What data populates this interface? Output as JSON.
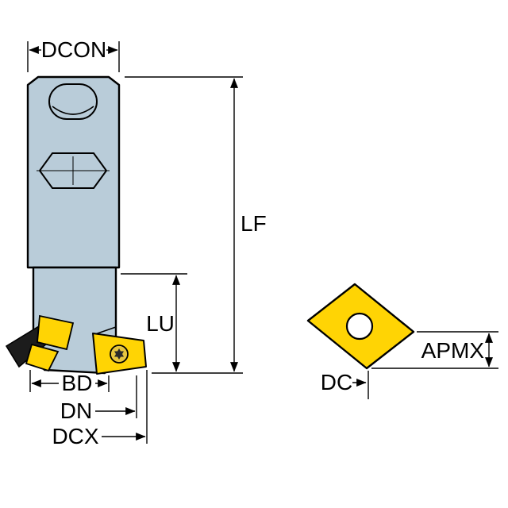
{
  "labels": {
    "dcon": "DCON",
    "lf": "LF",
    "lu": "LU",
    "bd": "BD",
    "dn": "DN",
    "dcx": "DCX",
    "dc": "DC",
    "apmx": "APMX"
  },
  "colors": {
    "body": "#b9ccd9",
    "insert_yellow": "#ffd404",
    "insert_dark": "#1c1c1c",
    "screw": "#e7c63f",
    "hole": "#ffffff",
    "outline": "#000000",
    "background": "#ffffff"
  }
}
